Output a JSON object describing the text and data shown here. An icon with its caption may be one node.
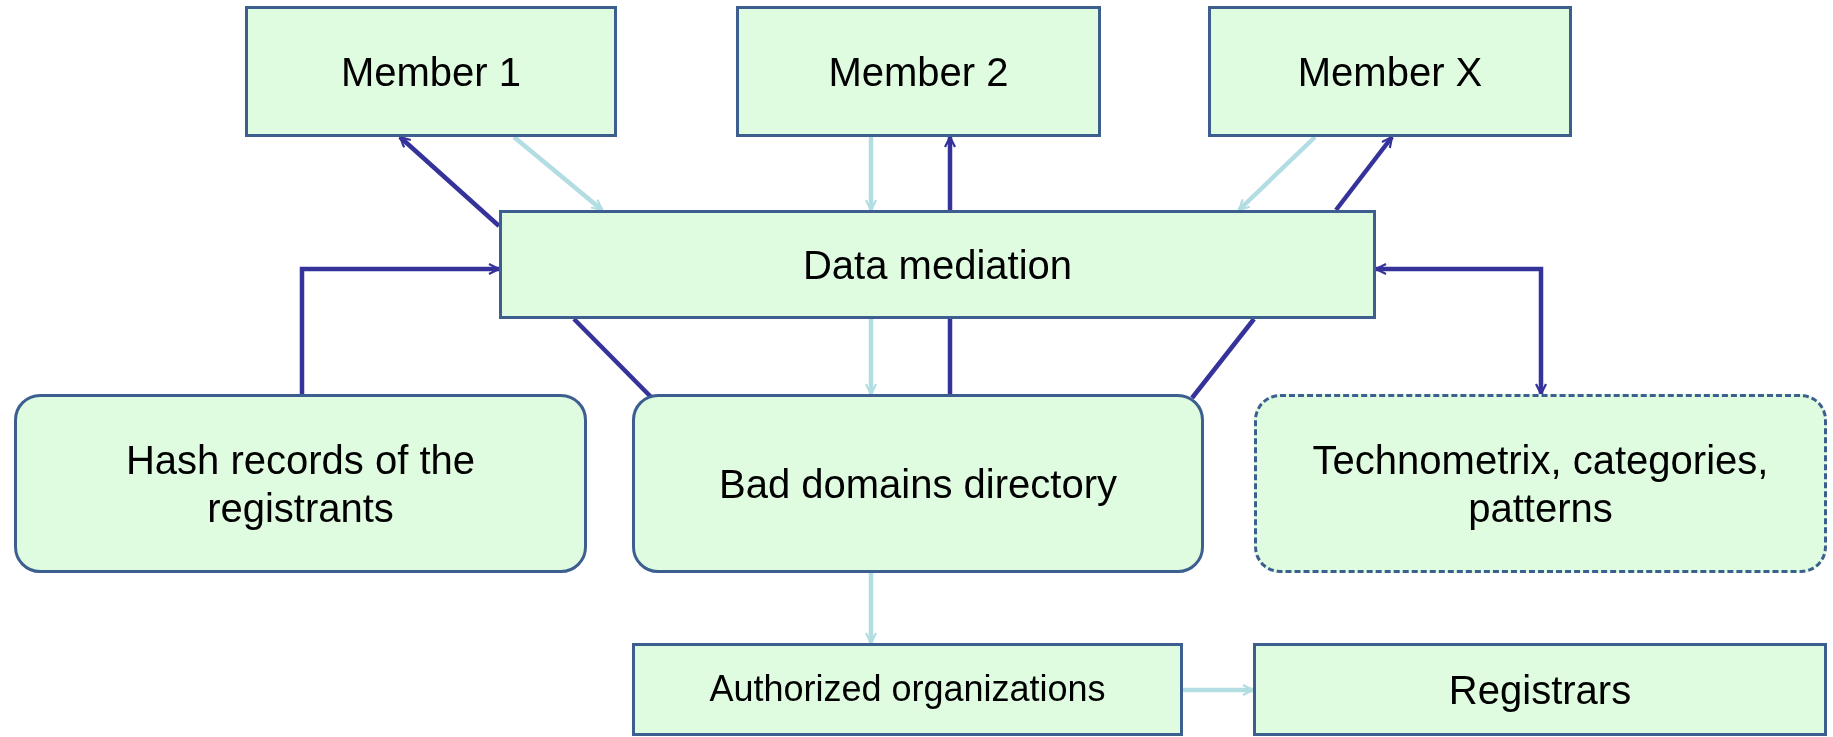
{
  "diagram": {
    "nodes": [
      {
        "text": [
          "Member 1"
        ]
      },
      {
        "text": [
          "Member 2"
        ]
      },
      {
        "text": [
          "Member X"
        ]
      },
      {
        "text": [
          "Data mediation"
        ]
      },
      {
        "text": [
          "Hash records of the registrants"
        ]
      },
      {
        "text": [
          "Bad domains directory"
        ]
      },
      {
        "text": [
          "Technometrix, categories, patterns"
        ]
      },
      {
        "text": [
          "Authorized organizations"
        ]
      },
      {
        "text": [
          "Registrars"
        ]
      }
    ],
    "edges": [
      {
        "from": 3,
        "to": 0,
        "arrow": "to"
      },
      {
        "from": 0,
        "to": 3,
        "arrow": "to",
        "color": "#b2dde3"
      },
      {
        "from": 1,
        "to": 3,
        "arrow": "to",
        "color": "#b2dde3"
      },
      {
        "from": 3,
        "to": 1,
        "arrow": "to"
      },
      {
        "from": 5,
        "to": 3,
        "arrow": "none"
      },
      {
        "from": 2,
        "to": 3,
        "arrow": "to",
        "color": "#b2dde3"
      },
      {
        "from": 3,
        "to": 2,
        "arrow": "to"
      },
      {
        "from": 5,
        "to": 3,
        "arrow": "none"
      },
      {
        "from": 5,
        "to": 3,
        "arrow": "none"
      },
      {
        "from": 4,
        "to": 3,
        "arrow": "to"
      },
      {
        "from": 3,
        "to": 6,
        "arrow": "both"
      },
      {
        "from": 3,
        "to": 5,
        "arrow": "to",
        "color": "#b2dde3"
      },
      {
        "from": 5,
        "to": 7,
        "arrow": "to",
        "color": "#b2dde3"
      },
      {
        "from": 7,
        "to": 8,
        "arrow": "to",
        "color": "#b2dde3"
      }
    ]
  }
}
